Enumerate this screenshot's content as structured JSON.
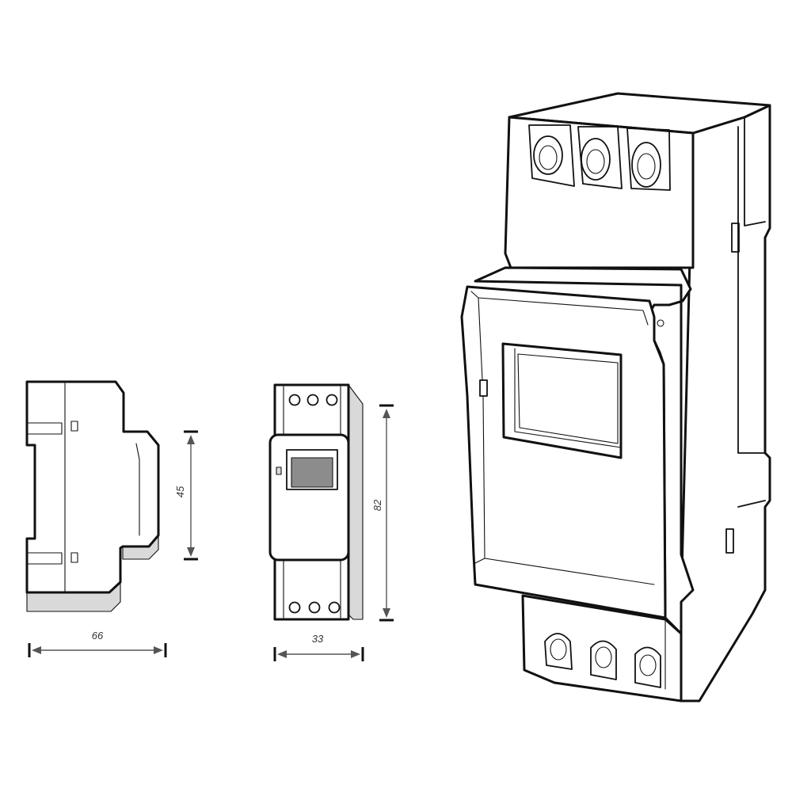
{
  "dimensions": {
    "depth_label": "66",
    "width_label": "33",
    "height_label": "82",
    "front_height_label": "45"
  }
}
